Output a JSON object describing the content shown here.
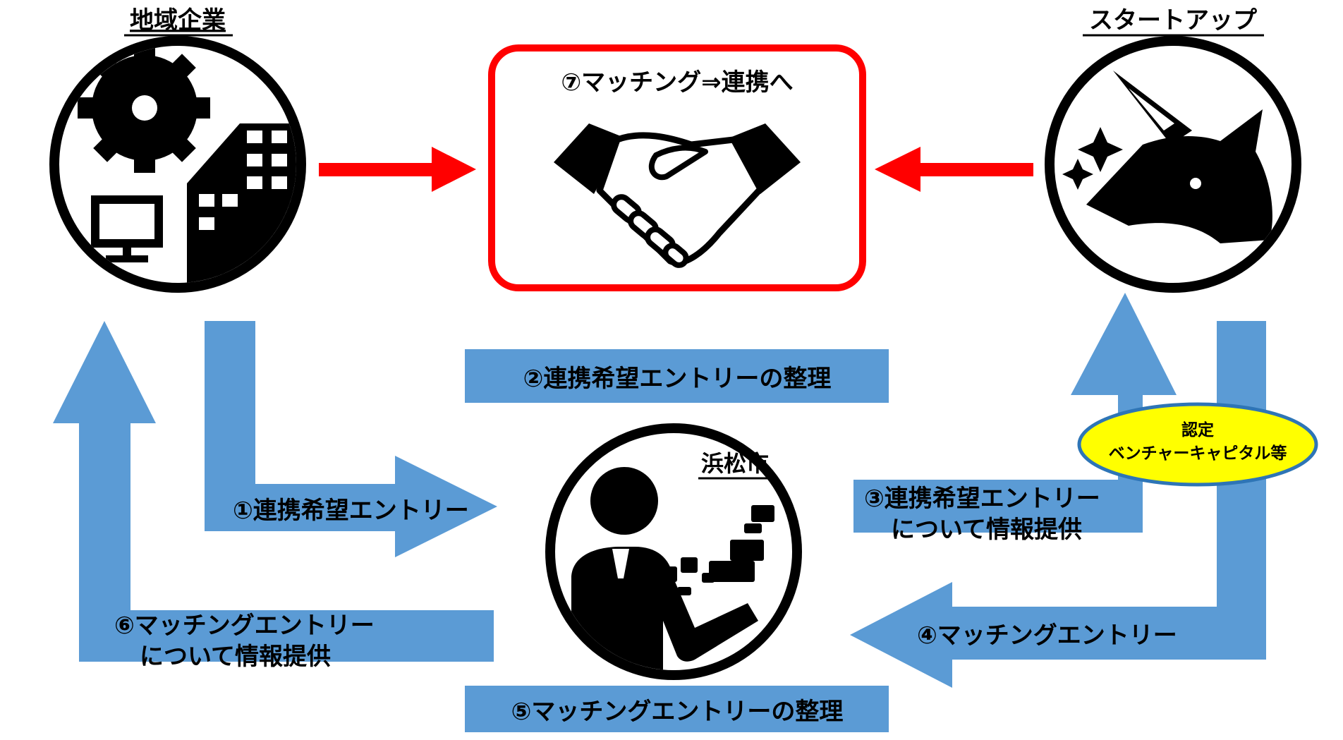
{
  "entities": {
    "local_company": "地域企業",
    "startup": "スタートアップ",
    "city": "浜松市"
  },
  "matching_box": {
    "title": "⑦マッチング⇒連携へ"
  },
  "steps": {
    "step1": "①連携希望エントリー",
    "step2": "②連携希望エントリーの整理",
    "step3_line1": "③連携希望エントリー",
    "step3_line2": "について情報提供",
    "step4": "④マッチングエントリー",
    "step5": "⑤マッチングエントリーの整理",
    "step6_line1": "⑥マッチングエントリー",
    "step6_line2": "について情報提供"
  },
  "vc_badge": {
    "line1": "認定",
    "line2": "ベンチャーキャピタル等"
  },
  "colors": {
    "flow_blue": "#5B9BD5",
    "matching_red": "#FF0000",
    "badge_yellow": "#FFFF00",
    "badge_border": "#2E75B6",
    "icon_black": "#000000"
  }
}
